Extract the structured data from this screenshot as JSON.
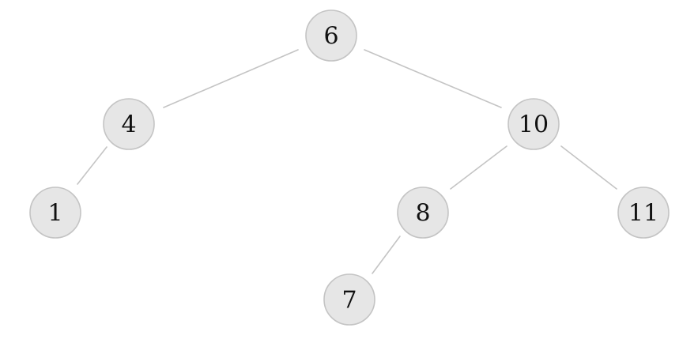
{
  "tree": {
    "nodes": [
      {
        "id": "n6",
        "label": "6"
      },
      {
        "id": "n4",
        "label": "4"
      },
      {
        "id": "n10",
        "label": "10"
      },
      {
        "id": "n1",
        "label": "1"
      },
      {
        "id": "n8",
        "label": "8"
      },
      {
        "id": "n11",
        "label": "11"
      },
      {
        "id": "n7",
        "label": "7"
      }
    ],
    "edges": [
      {
        "from": "n6",
        "to": "n4"
      },
      {
        "from": "n6",
        "to": "n10"
      },
      {
        "from": "n4",
        "to": "n1"
      },
      {
        "from": "n10",
        "to": "n8"
      },
      {
        "from": "n10",
        "to": "n11"
      },
      {
        "from": "n8",
        "to": "n7"
      }
    ]
  }
}
